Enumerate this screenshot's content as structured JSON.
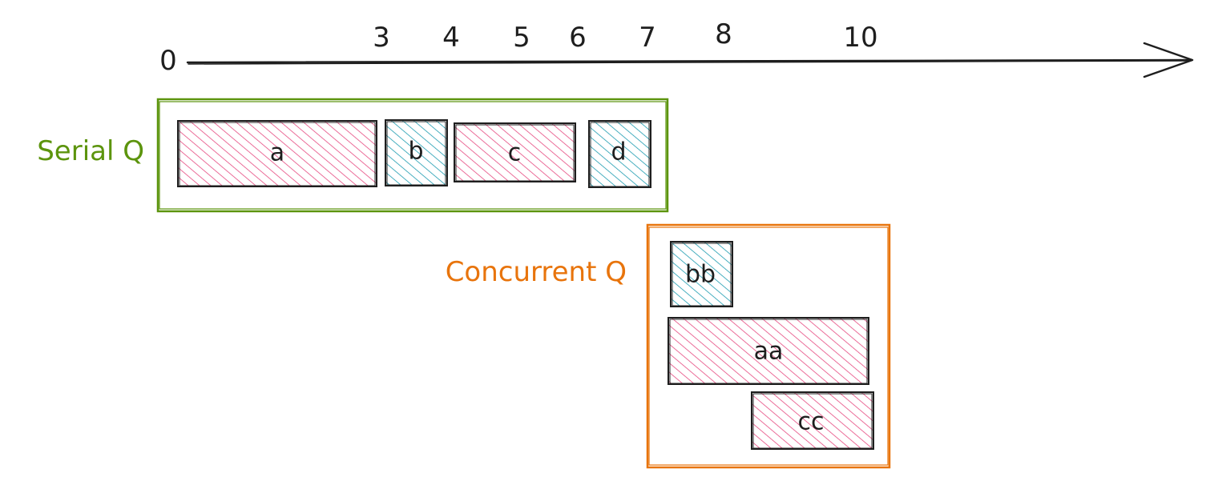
{
  "timeline": {
    "ticks": [
      {
        "value": 0,
        "label": "0"
      },
      {
        "value": 3,
        "label": "3"
      },
      {
        "value": 4,
        "label": "4"
      },
      {
        "value": 5,
        "label": "5"
      },
      {
        "value": 6,
        "label": "6"
      },
      {
        "value": 7,
        "label": "7"
      },
      {
        "value": 8,
        "label": "8"
      },
      {
        "value": 10,
        "label": "10"
      }
    ]
  },
  "queues": {
    "serial": {
      "label": "Serial Q",
      "color": "#5c940d"
    },
    "concurrent": {
      "label": "Concurrent Q",
      "color": "#e8740c"
    }
  },
  "colors": {
    "pink_fill": "#e64980",
    "teal_fill": "#1c9bb0",
    "outline": "#1e1e1e"
  },
  "tasks": {
    "a": {
      "label": "a",
      "fill": "pink"
    },
    "b": {
      "label": "b",
      "fill": "teal"
    },
    "c": {
      "label": "c",
      "fill": "pink"
    },
    "d": {
      "label": "d",
      "fill": "teal"
    },
    "bb": {
      "label": "bb",
      "fill": "teal"
    },
    "aa": {
      "label": "aa",
      "fill": "pink"
    },
    "cc": {
      "label": "cc",
      "fill": "pink"
    }
  }
}
